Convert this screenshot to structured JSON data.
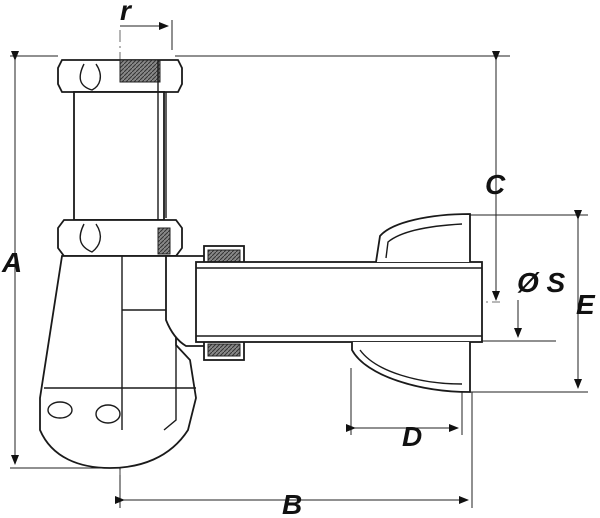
{
  "diagram": {
    "labels": {
      "r": "r",
      "A": "A",
      "B": "B",
      "C": "C",
      "D": "D",
      "E": "E",
      "S": "Ø S"
    },
    "colors": {
      "line": "#1a1a1a",
      "thread": "#555555",
      "background": "#ffffff"
    }
  }
}
